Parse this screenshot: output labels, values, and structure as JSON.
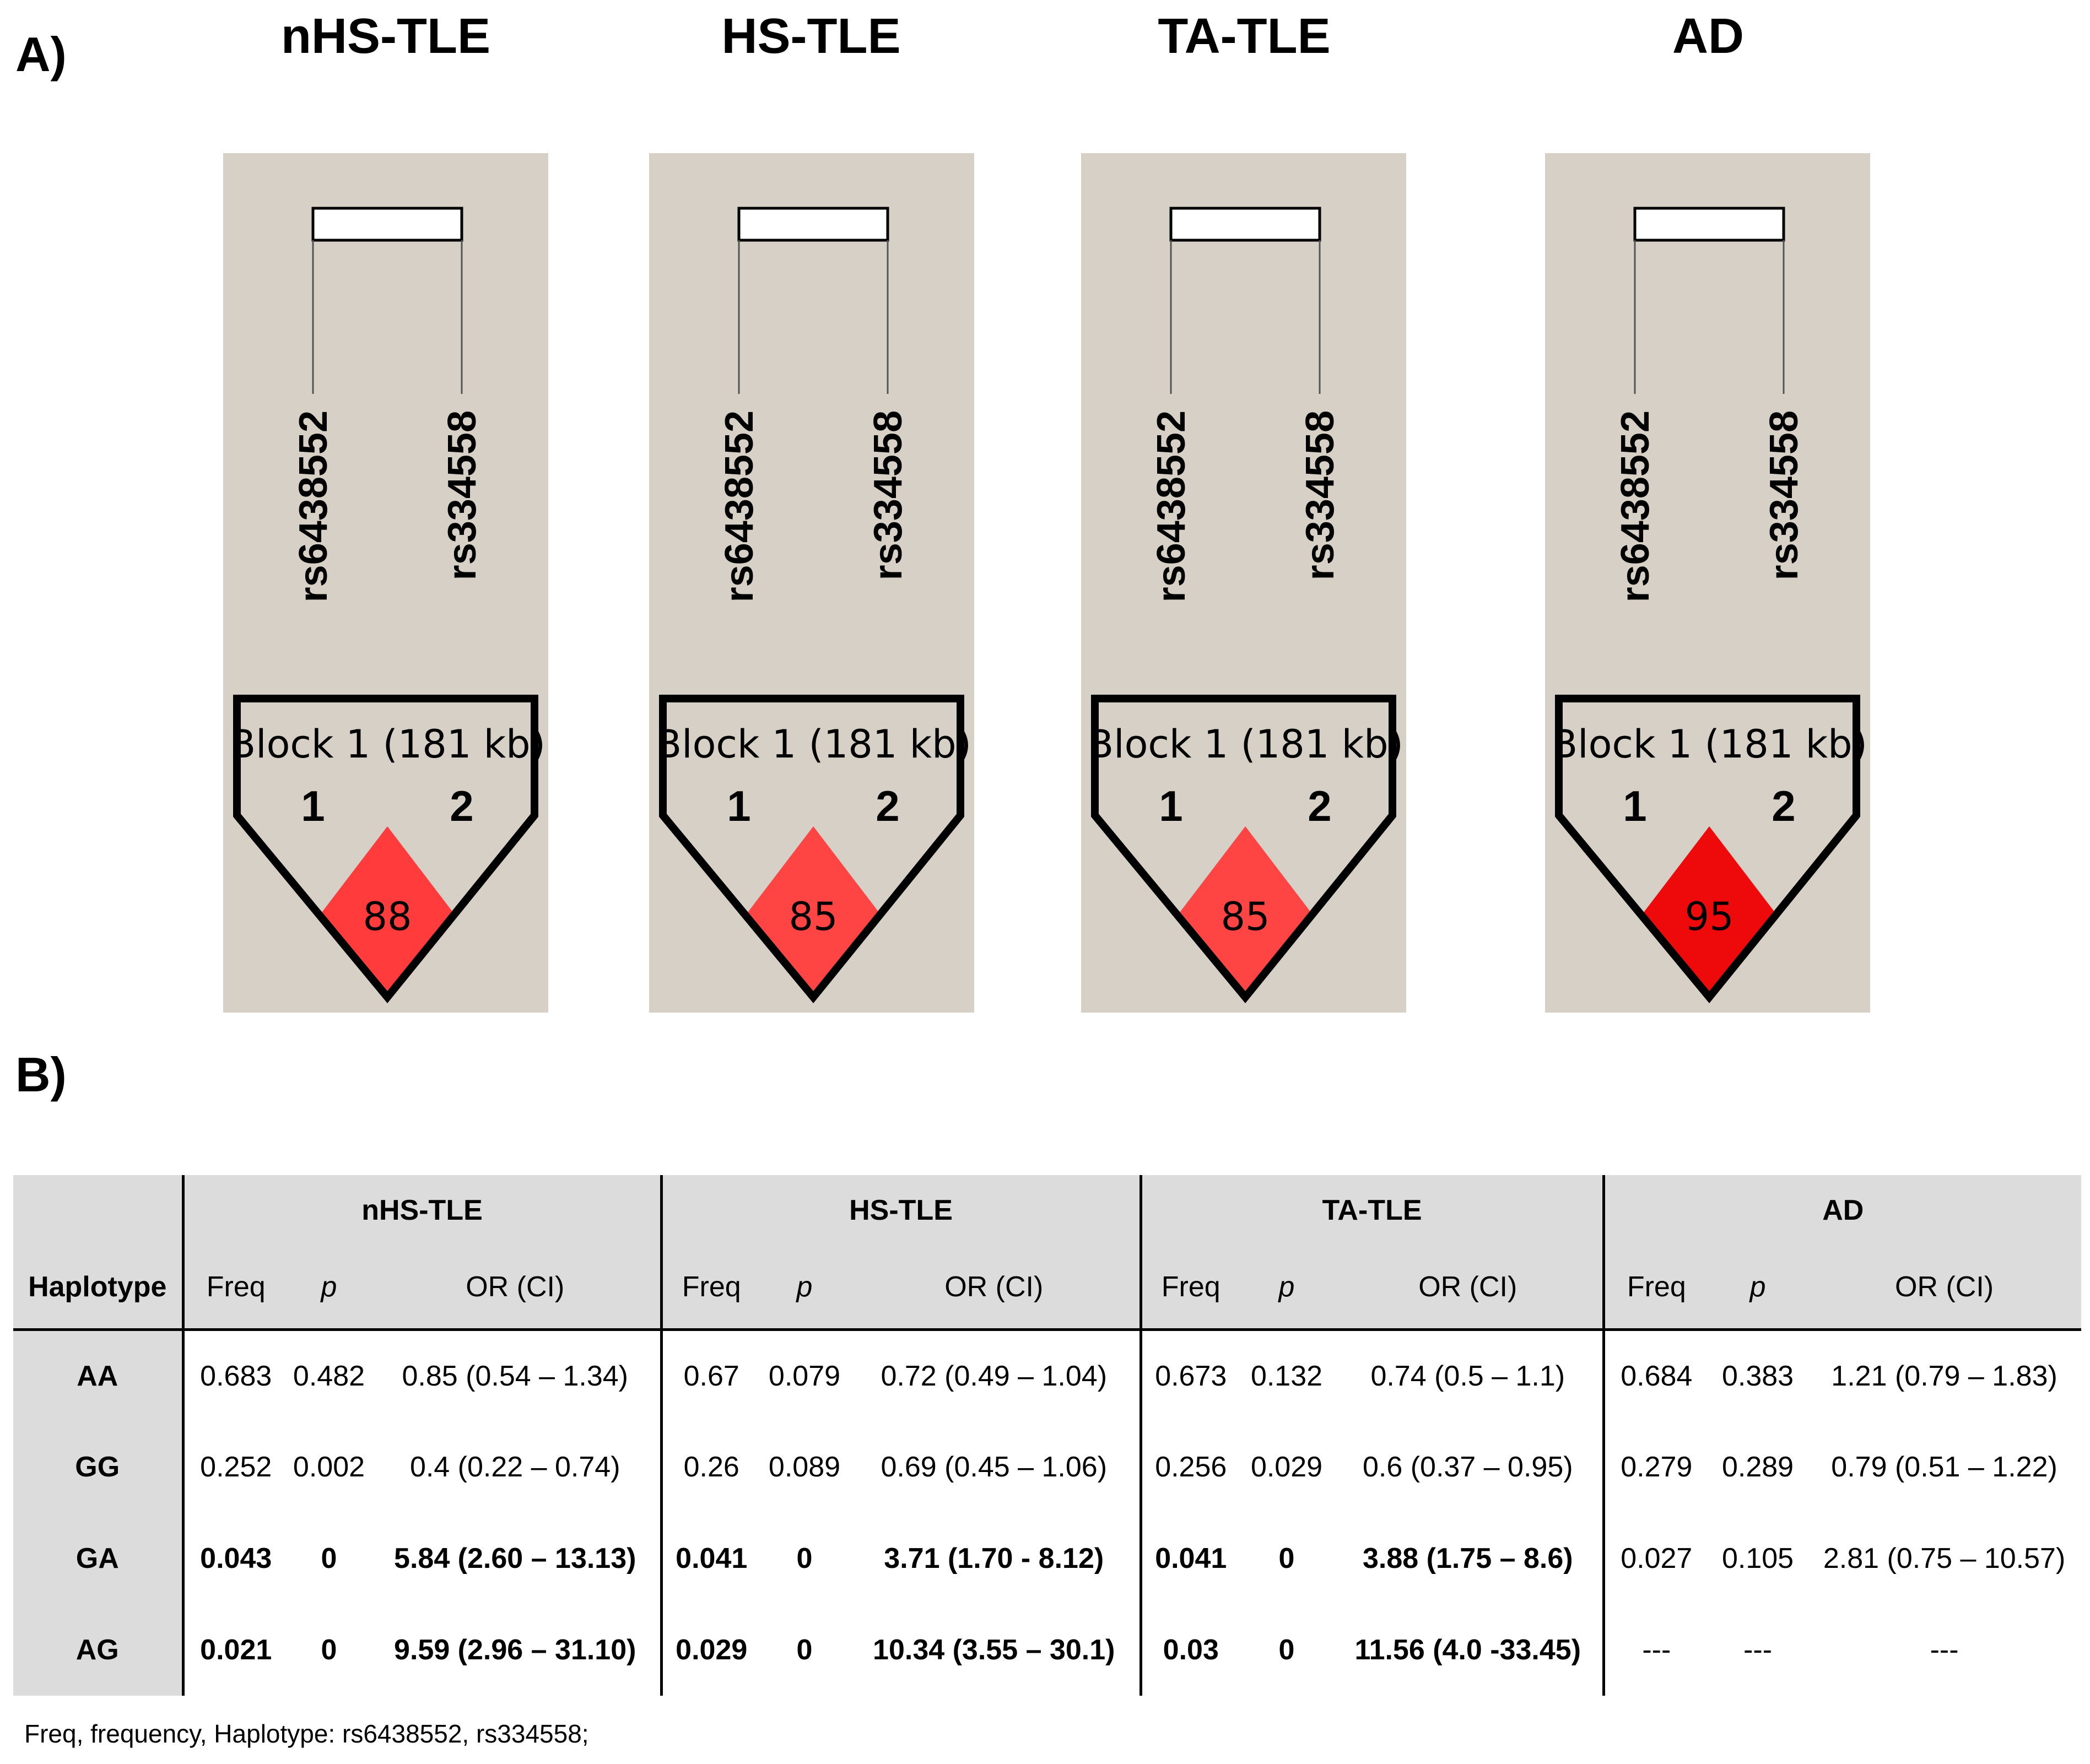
{
  "section_a_label": "A)",
  "section_b_label": "B)",
  "groups": [
    {
      "title": "nHS-TLE",
      "snp1": "rs6438552",
      "snp2": "rs334558",
      "block": "Block 1 (181 kb)",
      "marker1": "1",
      "marker2": "2",
      "ld_value": "88",
      "diamond_color": "#ff3b3b"
    },
    {
      "title": "HS-TLE",
      "snp1": "rs6438552",
      "snp2": "rs334558",
      "block": "Block 1 (181 kb)",
      "marker1": "1",
      "marker2": "2",
      "ld_value": "85",
      "diamond_color": "#ff4444"
    },
    {
      "title": "TA-TLE",
      "snp1": "rs6438552",
      "snp2": "rs334558",
      "block": "Block 1 (181 kb)",
      "marker1": "1",
      "marker2": "2",
      "ld_value": "85",
      "diamond_color": "#ff4444"
    },
    {
      "title": "AD",
      "snp1": "rs6438552",
      "snp2": "rs334558",
      "block": "Block 1 (181 kb)",
      "marker1": "1",
      "marker2": "2",
      "ld_value": "95",
      "diamond_color": "#ee0a0a"
    }
  ],
  "panel_bg": "#d6d0c6",
  "table": {
    "group_headers": [
      "nHS-TLE",
      "HS-TLE",
      "TA-TLE",
      "AD"
    ],
    "haplotype_header": "Haplotype",
    "sub_headers": [
      "Freq",
      "p",
      "OR (CI)"
    ],
    "rows": [
      {
        "hap": "AA",
        "cells": [
          [
            "0.683",
            "0.482",
            "0.85 (0.54 – 1.34)"
          ],
          [
            "0.67",
            "0.079",
            "0.72  (0.49 – 1.04)"
          ],
          [
            "0.673",
            "0.132",
            "0.74 (0.5 – 1.1)"
          ],
          [
            "0.684",
            "0.383",
            "1.21 (0.79 – 1.83)"
          ]
        ],
        "bold": [
          false,
          false,
          false,
          false
        ]
      },
      {
        "hap": "GG",
        "cells": [
          [
            "0.252",
            "0.002",
            "0.4   (0.22 – 0.74)"
          ],
          [
            "0.26",
            "0.089",
            "0.69  (0.45 – 1.06)"
          ],
          [
            "0.256",
            "0.029",
            "0.6   (0.37 – 0.95)"
          ],
          [
            "0.279",
            "0.289",
            "0.79 (0.51 – 1.22)"
          ]
        ],
        "bold": [
          false,
          false,
          false,
          false
        ]
      },
      {
        "hap": "GA",
        "cells": [
          [
            "0.043",
            "0",
            "5.84 (2.60 – 13.13)"
          ],
          [
            "0.041",
            "0",
            "3.71  (1.70 - 8.12)"
          ],
          [
            "0.041",
            "0",
            "3.88 (1.75 – 8.6)"
          ],
          [
            "0.027",
            "0.105",
            "2.81 (0.75 – 10.57)"
          ]
        ],
        "bold": [
          true,
          true,
          true,
          false
        ]
      },
      {
        "hap": "AG",
        "cells": [
          [
            "0.021",
            "0",
            "9.59 (2.96 – 31.10)"
          ],
          [
            "0.029",
            "0",
            "10.34 (3.55 – 30.1)"
          ],
          [
            "0.03",
            "0",
            "11.56 (4.0 -33.45)"
          ],
          [
            "---",
            "---",
            "---"
          ]
        ],
        "bold": [
          true,
          true,
          true,
          false
        ]
      }
    ]
  },
  "footnote": "Freq, frequency, Haplotype: rs6438552, rs334558;"
}
